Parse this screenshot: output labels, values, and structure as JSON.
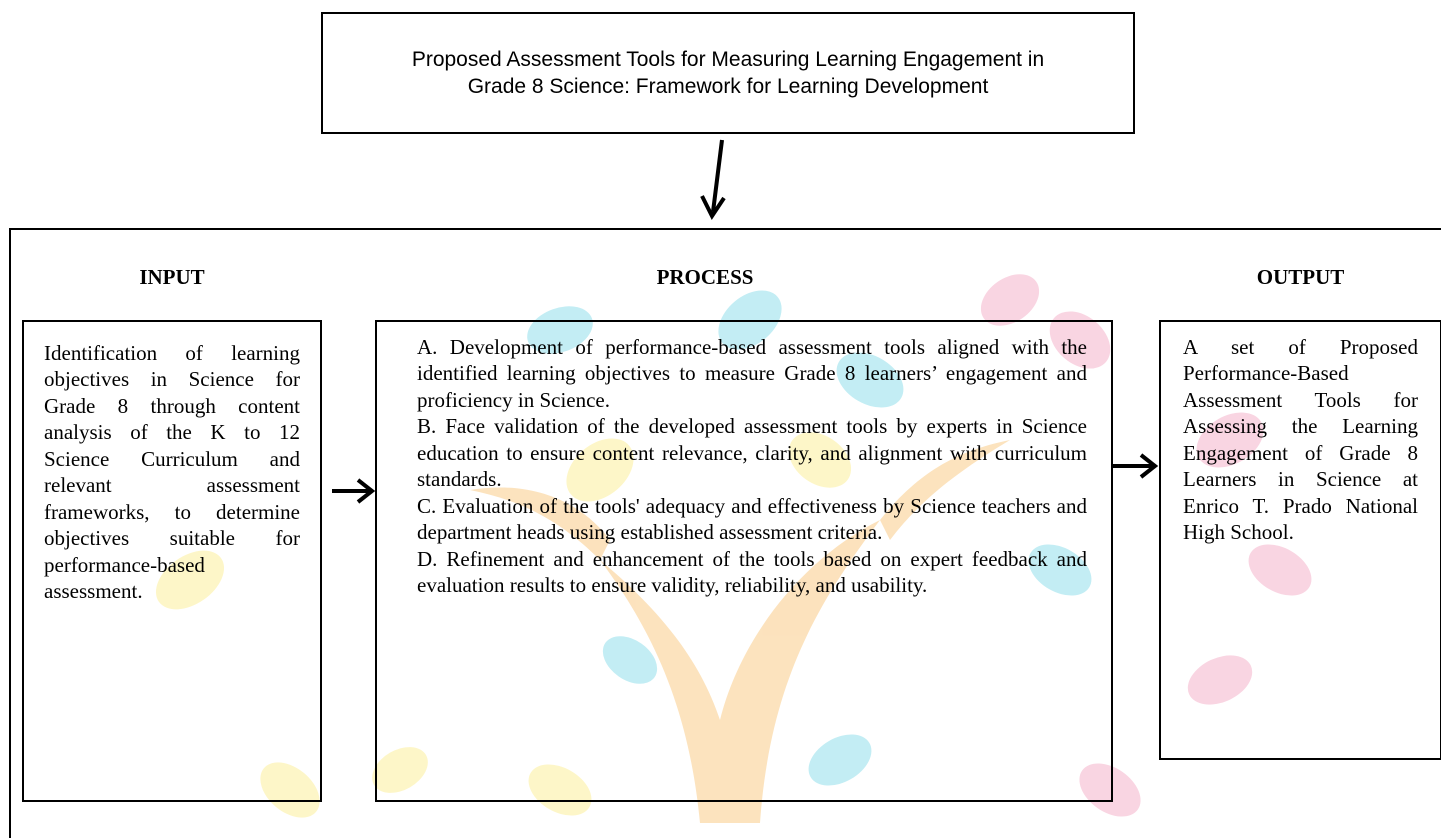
{
  "title": "Proposed Assessment Tools for Measuring Learning Engagement in Grade 8 Science: Framework for Learning Development",
  "columns": {
    "input": {
      "heading": "INPUT",
      "text": "Identification of learning objectives in Science for Grade 8 through content analysis of the K to 12 Science Curriculum and relevant assessment frameworks, to determine objectives suitable for performance-based assessment."
    },
    "process": {
      "heading": "PROCESS",
      "steps": [
        "A. Development of performance-based assessment tools aligned with the identified learning objectives to measure Grade 8 learners’ engagement and proficiency in Science.",
        "B. Face validation of the developed assessment tools by experts in Science education to ensure content relevance, clarity, and alignment with curriculum standards.",
        "C. Evaluation of the tools' adequacy and effectiveness by Science teachers and department heads using established assessment criteria.",
        "D. Refinement and enhancement of the tools based on expert feedback and evaluation results to ensure validity, reliability, and usability."
      ]
    },
    "output": {
      "heading": "OUTPUT",
      "text": "A set of Proposed Performance-Based Assessment Tools for Assessing the Learning Engagement of Grade 8 Learners in Science at Enrico T. Prado National High School."
    }
  },
  "colors": {
    "background_leaf_yellow": "#fdf3b0",
    "background_leaf_cyan": "#a9e6ef",
    "background_leaf_pink": "#f7c3d6",
    "background_leaf_orange": "#fbd9a8",
    "line": "#000000"
  }
}
